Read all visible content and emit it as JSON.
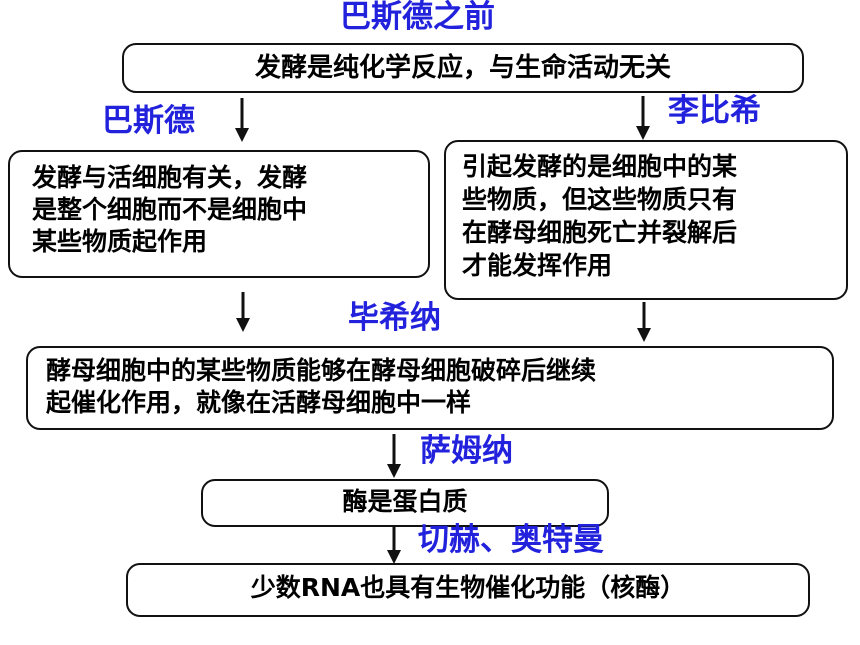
{
  "colors": {
    "label": "#2222dd",
    "border": "#111111",
    "text": "#000000"
  },
  "stages": {
    "before_pasteur": "巴斯德之前",
    "pasteur": "巴斯德",
    "liebig": "李比希",
    "buchner": "毕希纳",
    "sumner": "萨姆纳",
    "cech_altman": "切赫、奥特曼"
  },
  "boxes": {
    "box1": "发酵是纯化学反应，与生命活动无关",
    "box2_lines": [
      "发酵与活细胞有关，发酵",
      "是整个细胞而不是细胞中",
      "某些物质起作用"
    ],
    "box3_lines": [
      "引起发酵的是细胞中的某",
      "些物质，但这些物质只有",
      "在酵母细胞死亡并裂解后",
      "才能发挥作用"
    ],
    "box4_lines": [
      "酵母细胞中的某些物质能够在酵母细胞破碎后继续",
      "起催化作用，就像在活酵母细胞中一样"
    ],
    "box5": "酶是蛋白质",
    "box6": "少数RNA也具有生物催化功能（核酶）"
  }
}
